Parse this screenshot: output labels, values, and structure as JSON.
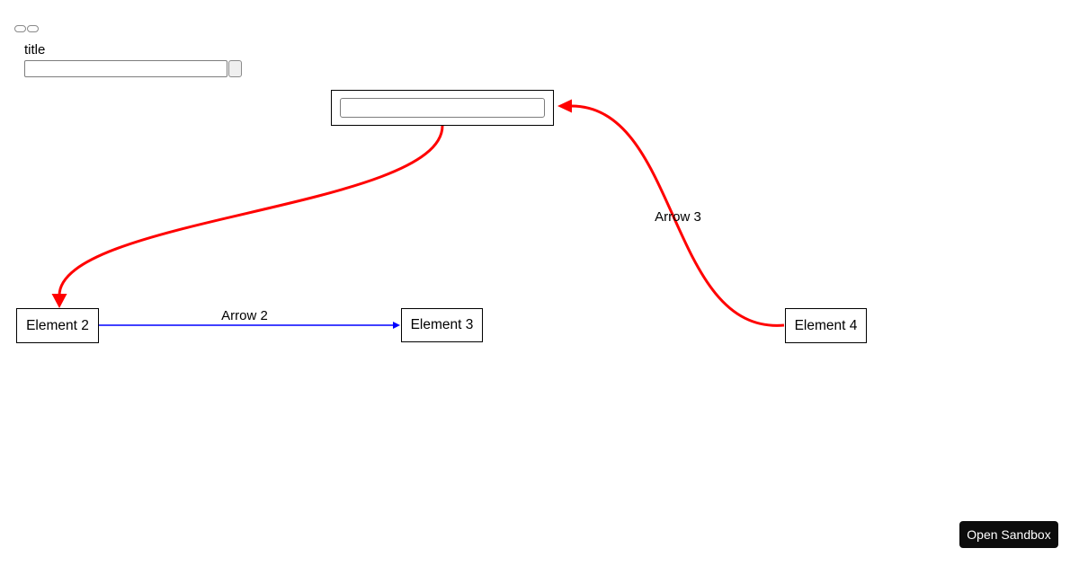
{
  "toolbar": {
    "pill_buttons": [
      {
        "label": ""
      },
      {
        "label": ""
      }
    ],
    "title_label": "title",
    "title_input": {
      "value": "",
      "placeholder": ""
    },
    "title_submit_label": ""
  },
  "nodes": {
    "element1": {
      "input_value": "",
      "input_placeholder": ""
    },
    "element2": {
      "label": "Element 2"
    },
    "element3": {
      "label": "Element 3"
    },
    "element4": {
      "label": "Element 4"
    }
  },
  "arrows": {
    "arrow1": {
      "color": "#ff0000"
    },
    "arrow2": {
      "label": "Arrow 2",
      "color": "#0000ff"
    },
    "arrow3": {
      "label": "Arrow 3",
      "color": "#ff0000"
    }
  },
  "footer": {
    "open_sandbox_label": "Open Sandbox",
    "button_bg": "#0c0c0c",
    "button_fg": "#ffffff"
  }
}
